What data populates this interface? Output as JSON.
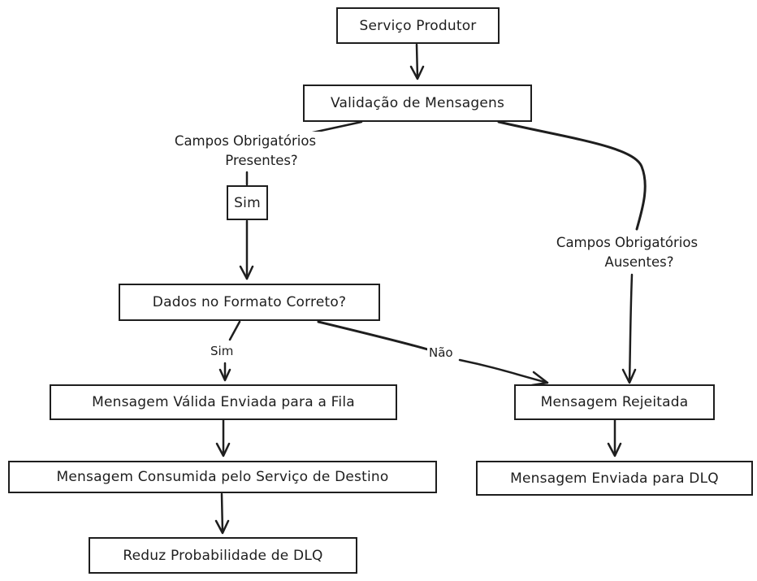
{
  "nodes": {
    "produtor": "Serviço Produtor",
    "validacao": "Validação de Mensagens",
    "sim_campos": "Sim",
    "formato": "Dados no Formato Correto?",
    "valida_fila": "Mensagem Válida Enviada para a Fila",
    "consumida": "Mensagem Consumida pelo Serviço de Destino",
    "reduz": "Reduz Probabilidade de DLQ",
    "rejeitada": "Mensagem Rejeitada",
    "dlq": "Mensagem Enviada para DLQ"
  },
  "labels": {
    "campos_presentes_line1": "Campos Obrigatórios",
    "campos_presentes_line2": "Presentes?",
    "campos_ausentes_line1": "Campos Obrigatórios",
    "campos_ausentes_line2": "Ausentes?",
    "sim_formato": "Sim",
    "nao_formato": "Não"
  },
  "colors": {
    "stroke": "#1e1e1e",
    "background": "#ffffff"
  }
}
